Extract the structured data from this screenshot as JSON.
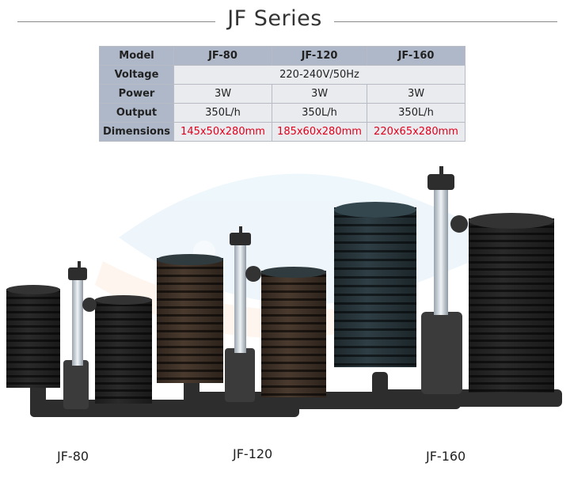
{
  "title": "JF Series",
  "table": {
    "header": [
      "Model",
      "JF-80",
      "JF-120",
      "JF-160"
    ],
    "rows": [
      {
        "label": "Voltage",
        "merged": "220-240V/50Hz"
      },
      {
        "label": "Power",
        "values": [
          "3W",
          "3W",
          "3W"
        ]
      },
      {
        "label": "Output",
        "values": [
          "350L/h",
          "350L/h",
          "350L/h"
        ]
      },
      {
        "label": "Dimensions",
        "values": [
          "145x50x280mm",
          "185x60x280mm",
          "220x65x280mm"
        ]
      }
    ]
  },
  "products": [
    "JF-80",
    "JF-120",
    "JF-160"
  ],
  "colors": {
    "header_bg": "#aeb8c9",
    "cell_bg": "#e9ebef",
    "dimension_text": "#e0001b",
    "sponge_black": "#2a2a2a",
    "sponge_brown": "#4a3a2e",
    "sponge_teal": "#2e3e44"
  },
  "icons": [
    "sponge-filter-image",
    "watermark-fish-logo"
  ]
}
